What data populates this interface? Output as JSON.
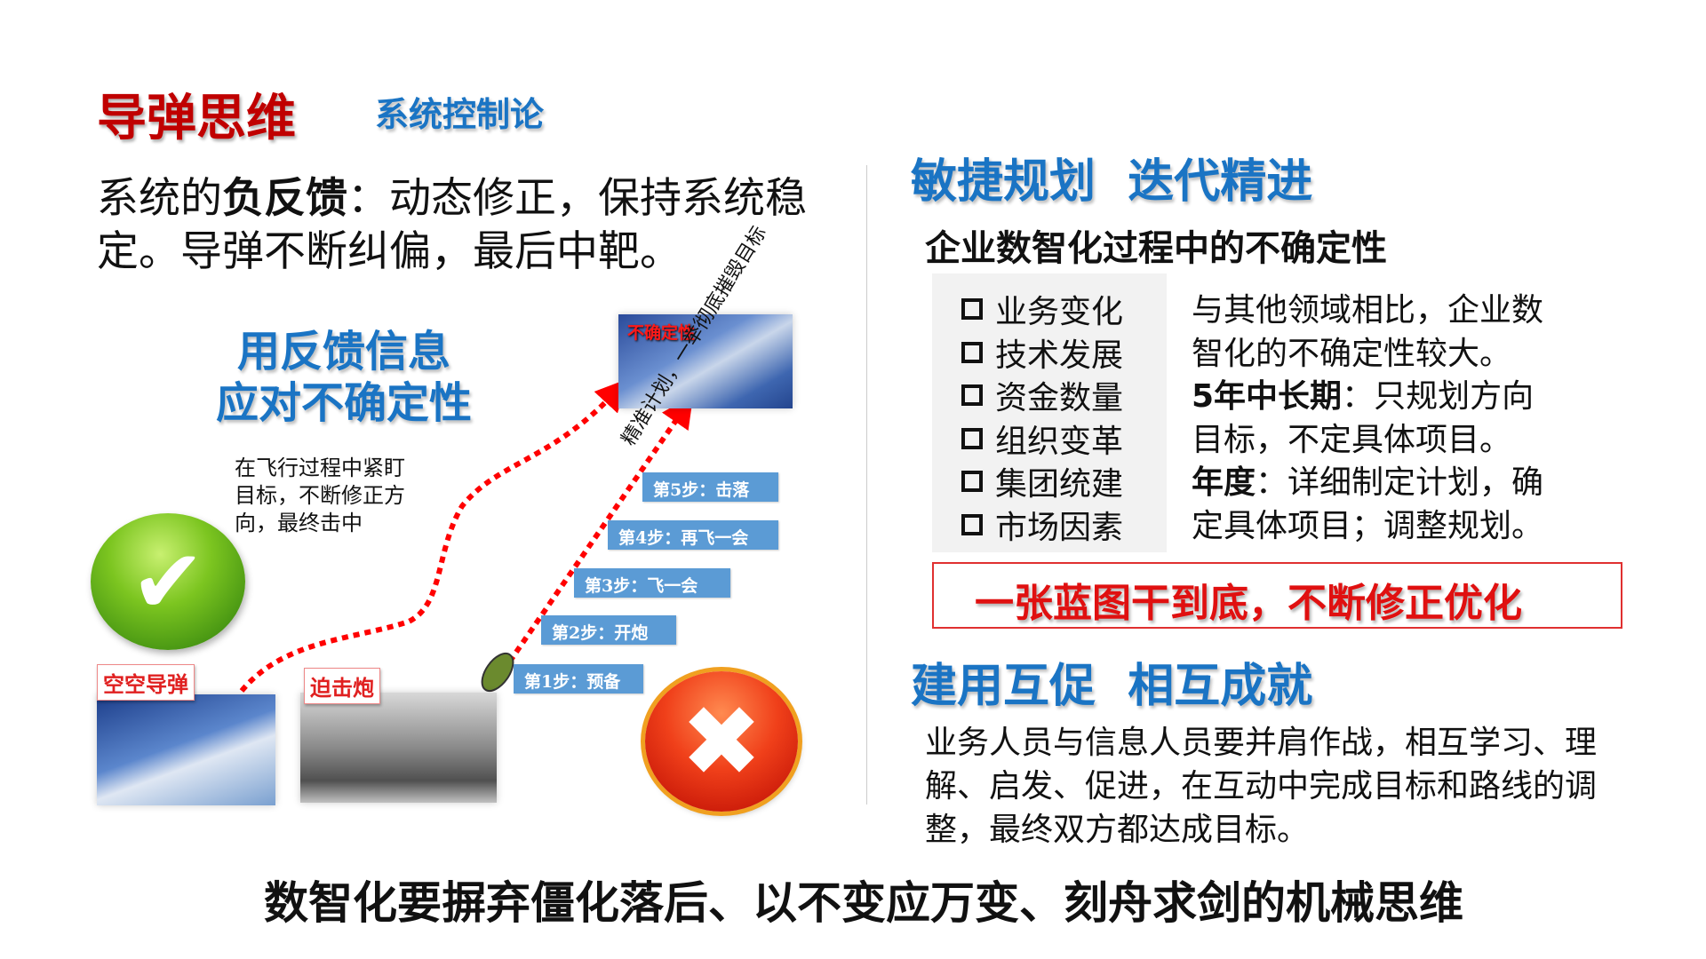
{
  "left": {
    "title": "导弹思维",
    "subtitle": "系统控制论",
    "para_pre": "系统的",
    "para_bold": "负反馈",
    "para_post": "：动态修正，保持系统稳定。导弹不断纠偏，最后中靶。",
    "feedback_line1": "用反馈信息",
    "feedback_line2": "应对不确定性",
    "note": [
      "在飞行过程中紧盯",
      "目标，不断修正方",
      "向，最终击中"
    ],
    "label_missile": "空空导弹",
    "label_mortar": "迫击炮",
    "label_uncertainty": "不确定性",
    "vertical_text": "精准计划，一举彻底摧毁目标",
    "steps": [
      "第1步：预备",
      "第2步：开炮",
      "第3步：飞一会",
      "第4步：再飞一会",
      "第5步：击落"
    ],
    "check_icon": "check-icon",
    "cross_icon": "cross-icon"
  },
  "right": {
    "heading1": "敏捷规划  迭代精进",
    "heading2": "企业数智化过程中的不确定性",
    "items": [
      "业务变化",
      "技术发展",
      "资金数量",
      "组织变革",
      "集团统建",
      "市场因素"
    ],
    "desc1": "与其他领域相比，企业数",
    "desc2": "智化的不确定性较大。",
    "desc3_bold": "5年中长期",
    "desc3": "：只规划方向",
    "desc4": "目标，不定具体项目。",
    "desc5_bold": "年度",
    "desc5": "：详细制定计划，确",
    "desc6": "定具体项目；调整规划。",
    "highlight": "一张蓝图干到底，不断修正优化",
    "heading3": "建用互促  相互成就",
    "para": "业务人员与信息人员要并肩作战，相互学习、理解、启发、促进，在互动中完成目标和路线的调整，最终双方都达成目标。"
  },
  "bottom": "数智化要摒弃僵化落后、以不变应万变、刻舟求剑的机械思维"
}
